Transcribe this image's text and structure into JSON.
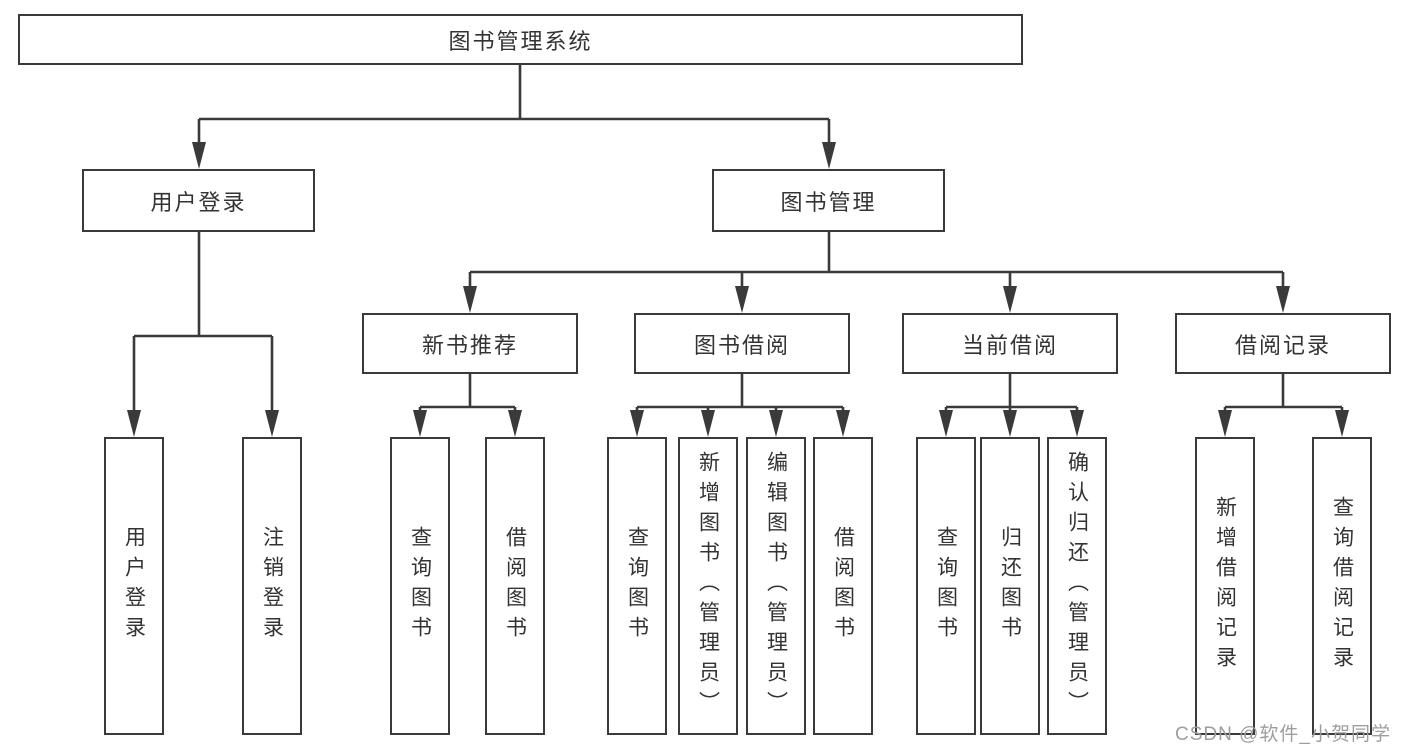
{
  "colors": {
    "line": "#3a3a3a",
    "text": "#333333",
    "box_bg": "#ffffff",
    "background": "#ffffff",
    "watermark": "#9e9e9e"
  },
  "watermark": {
    "text": "CSDN @软件_小贺同学"
  },
  "tree": {
    "root": {
      "label": "图书管理系统"
    },
    "branches": [
      {
        "label": "用户登录",
        "children": [
          {
            "label": "用户登录"
          },
          {
            "label": "注销登录"
          }
        ]
      },
      {
        "label": "图书管理",
        "children": [
          {
            "label": "新书推荐",
            "children": [
              {
                "label": "查询图书"
              },
              {
                "label": "借阅图书"
              }
            ]
          },
          {
            "label": "图书借阅",
            "children": [
              {
                "label": "查询图书"
              },
              {
                "label": "新增图书（管理员）"
              },
              {
                "label": "编辑图书（管理员）"
              },
              {
                "label": "借阅图书"
              }
            ]
          },
          {
            "label": "当前借阅",
            "children": [
              {
                "label": "查询图书"
              },
              {
                "label": "归还图书"
              },
              {
                "label": "确认归还（管理员）"
              }
            ]
          },
          {
            "label": "借阅记录",
            "children": [
              {
                "label": "新增借阅记录"
              },
              {
                "label": "查询借阅记录"
              }
            ]
          }
        ]
      }
    ]
  }
}
